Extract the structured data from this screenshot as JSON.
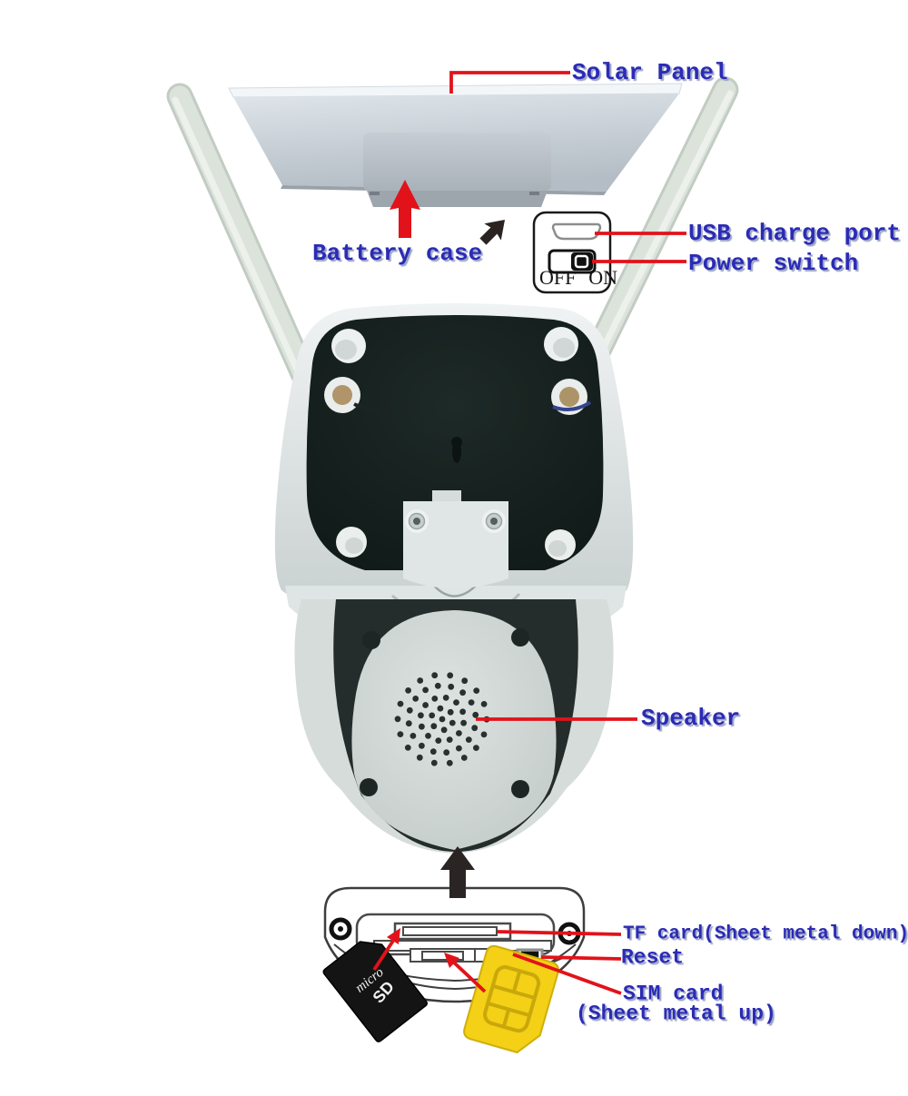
{
  "labels": {
    "solar_panel": "Solar Panel",
    "battery_case": "Battery case",
    "usb_charge_port": "USB charge port",
    "power_switch": "Power switch",
    "speaker": "Speaker",
    "tf_card": "TF card(Sheet metal down)",
    "reset": "Reset",
    "sim_card_line1": "SIM card",
    "sim_card_line2": "(Sheet metal up)"
  },
  "switch_panel": {
    "off": "OFF",
    "on": "ON"
  },
  "sd_card": {
    "brand_line1": "micro",
    "brand_line2": "SD"
  },
  "colors": {
    "label_blue": "#2b2bb5",
    "connector_red": "#e2121a",
    "sim_yellow": "#f4d016",
    "card_black": "#141414",
    "plate_dark": "#15201d"
  }
}
